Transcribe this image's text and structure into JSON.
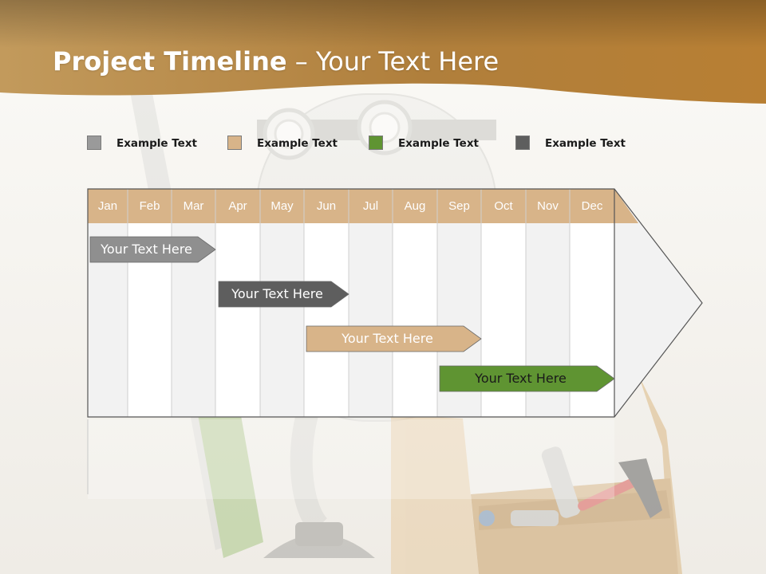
{
  "slide": {
    "title_bold": "Project Timeline",
    "title_rest": " – Your Text Here"
  },
  "legend": [
    {
      "label": "Example Text",
      "color": "#9a9a9a"
    },
    {
      "label": "Example Text",
      "color": "#d8b489"
    },
    {
      "label": "Example Text",
      "color": "#5f9432"
    },
    {
      "label": "Example Text",
      "color": "#5e5e5e"
    }
  ],
  "timeline": {
    "months": [
      "Jan",
      "Feb",
      "Mar",
      "Apr",
      "May",
      "Jun",
      "Jul",
      "Aug",
      "Sep",
      "Oct",
      "Nov",
      "Dec"
    ],
    "header_color": "#d8b489",
    "tasks": [
      {
        "label": "Your  Text Here",
        "start_month": "Jan",
        "end_month": "Mar",
        "color": "#8f8f8f"
      },
      {
        "label": "Your  Text Here",
        "start_month": "Apr",
        "end_month": "Jun",
        "color": "#5e5e5e"
      },
      {
        "label": "Your  Text Here",
        "start_month": "Jun",
        "end_month": "Sep",
        "color": "#d8b489"
      },
      {
        "label": "Your  Text Here",
        "start_month": "Sep",
        "end_month": "Dec",
        "color": "#5f9432"
      }
    ]
  }
}
